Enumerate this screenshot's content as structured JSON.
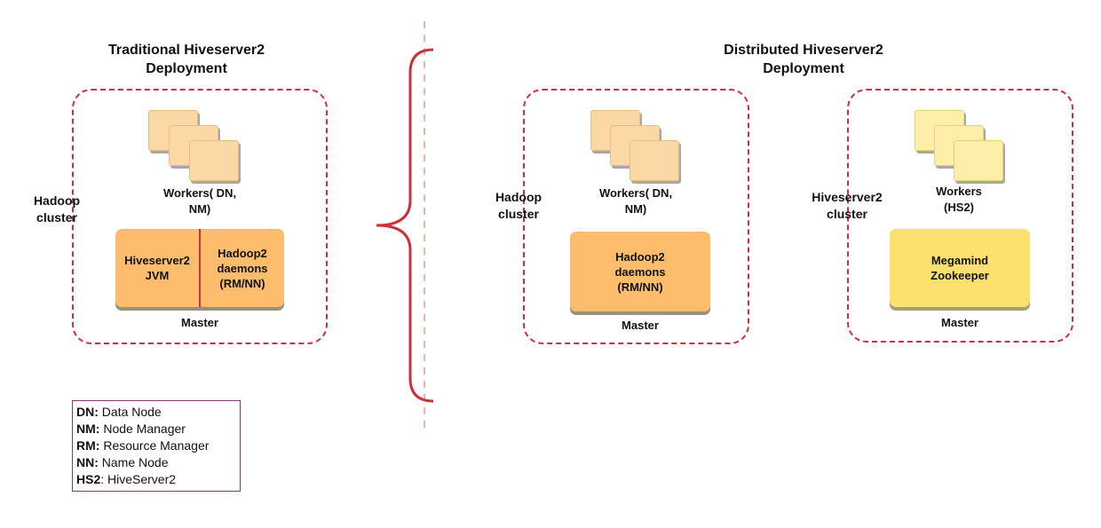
{
  "left": {
    "title_line1": "Traditional Hiveserver2",
    "title_line2": "Deployment",
    "cluster_label_line1": "Hadoop",
    "cluster_label_line2": "cluster",
    "workers_line1": "Workers( DN,",
    "workers_line2": "NM)",
    "master_left_line1": "Hiveserver2",
    "master_left_line2": "JVM",
    "master_right_line1": "Hadoop2",
    "master_right_line2": "daemons",
    "master_right_line3": "(RM/NN)",
    "master_label": "Master"
  },
  "right": {
    "title_line1": "Distributed Hiveserver2",
    "title_line2": "Deployment",
    "hadoop": {
      "cluster_label_line1": "Hadoop",
      "cluster_label_line2": "cluster",
      "workers_line1": "Workers( DN,",
      "workers_line2": "NM)",
      "master_line1": "Hadoop2",
      "master_line2": "daemons",
      "master_line3": "(RM/NN)",
      "master_label": "Master"
    },
    "hs2": {
      "cluster_label_line1": "Hiveserver2",
      "cluster_label_line2": "cluster",
      "workers_line1": "Workers",
      "workers_line2": "(HS2)",
      "master_line1": "Megamind",
      "master_line2": "Zookeeper",
      "master_label": "Master"
    }
  },
  "legend": [
    {
      "abbr": "DN:",
      "text": " Data Node"
    },
    {
      "abbr": "NM:",
      "text": " Node Manager"
    },
    {
      "abbr": "RM:",
      "text": " Resource Manager"
    },
    {
      "abbr": "NN:",
      "text": " Name Node"
    },
    {
      "abbr": "HS2",
      "text": ": HiveServer2"
    }
  ],
  "colors": {
    "dash_red": "#c8323f",
    "worker_orange": "#fcd8a6",
    "worker_yellow": "#fdeeaa",
    "master_orange": "#fdbd6c",
    "master_yellow": "#fde06e",
    "legend_border": "#7a3d74",
    "divider": "#f2b49c"
  }
}
